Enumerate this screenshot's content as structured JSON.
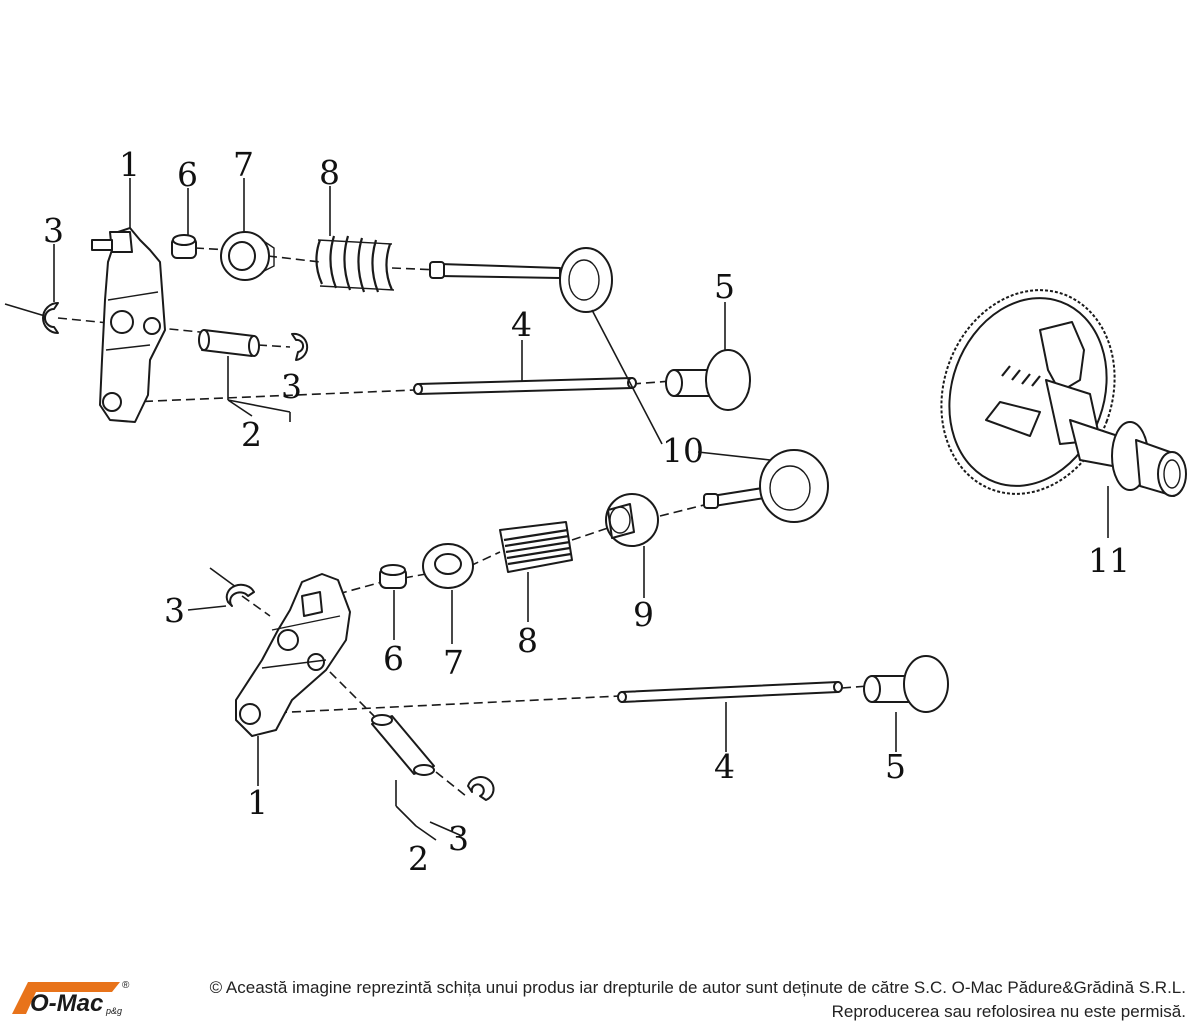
{
  "diagram": {
    "callouts": {
      "upper": {
        "rocker_arm": "1",
        "pin": "2",
        "clip_left": "3",
        "clip_right": "3",
        "push_rod": "4",
        "tappet": "5",
        "seal": "6",
        "retainer": "7",
        "spring": "8",
        "valve": "10"
      },
      "lower": {
        "rocker_arm": "1",
        "pin": "2",
        "clip_left": "3",
        "clip_right": "3",
        "push_rod": "4",
        "tappet": "5",
        "seal": "6",
        "retainer": "7",
        "spring": "8",
        "rotator": "9"
      },
      "camshaft": "11"
    }
  },
  "footer": {
    "logo_text": "O-Mac",
    "logo_suffix": "p&g",
    "logo_mark": "®",
    "copyright_line1": "© Această imagine reprezintă schița unui produs iar drepturile de autor sunt deținute de către S.C. O-Mac Pădure&Grădină S.R.L.",
    "copyright_line2": "Reproducerea sau refolosirea nu este permisă.",
    "brand_color": "#e8731a"
  }
}
